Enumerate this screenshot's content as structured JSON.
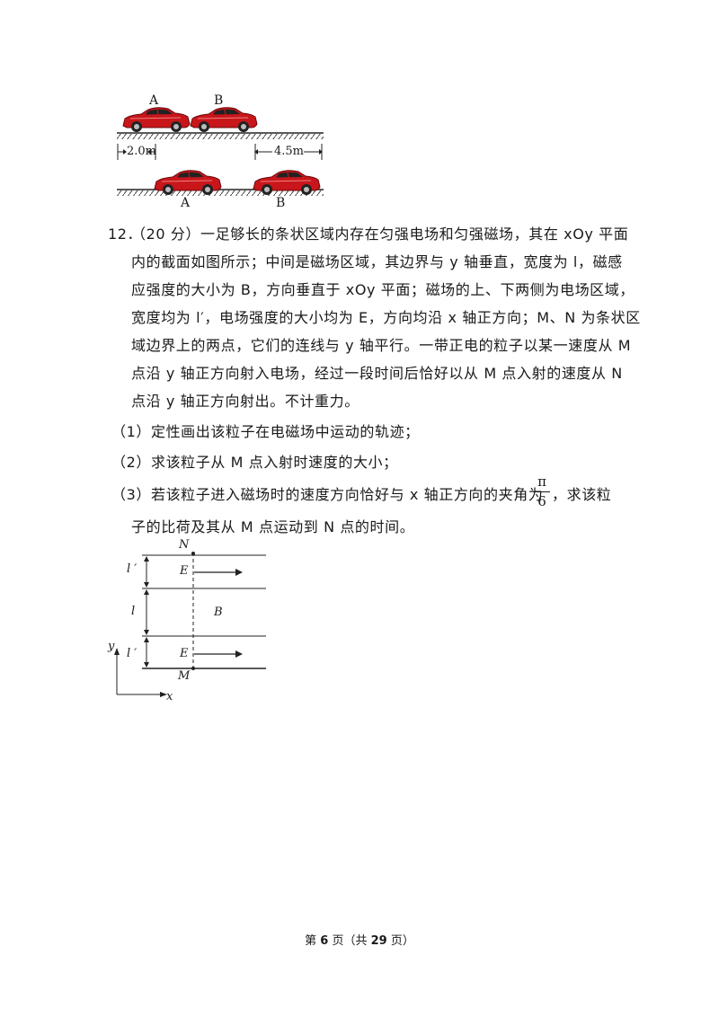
{
  "figure_cars": {
    "label_A_top": "A",
    "label_B_top": "B",
    "dist_left": "2.0m",
    "dist_right": "4.5m",
    "label_A_bottom": "A",
    "label_B_bottom": "B",
    "car_color": "#c8161b"
  },
  "problem": {
    "number": "12．",
    "lines": [
      "（20 分）一足够长的条状区域内存在匀强电场和匀强磁场，其在 xOy 平面",
      "内的截面如图所示；中间是磁场区域，其边界与 y 轴垂直，宽度为 l，磁感",
      "应强度的大小为 B，方向垂直于 xOy 平面；磁场的上、下两侧为电场区域，",
      "宽度均为 l′，电场强度的大小均为 E，方向均沿 x 轴正方向；M、N 为条状区",
      "域边界上的两点，它们的连线与 y 轴平行。一带正电的粒子以某一速度从 M",
      "点沿 y 轴正方向射入电场，经过一段时间后恰好以从 M 点入射的速度从 N",
      "点沿 y 轴正方向射出。不计重力。"
    ],
    "q1": "（1）定性画出该粒子在电磁场中运动的轨迹；",
    "q2": "（2）求该粒子从 M 点入射时速度的大小；",
    "q3_part1": "（3）若该粒子进入磁场时的速度方向恰好与 x 轴正方向的夹角为",
    "q3_frac_num": "π",
    "q3_frac_den": "6",
    "q3_part2": "，求该粒",
    "q3_line2": "子的比荷及其从 M 点运动到 N 点的时间。"
  },
  "figure_field": {
    "label_N": "N",
    "label_M": "M",
    "label_l_prime_top": "l ′",
    "label_l": "l",
    "label_l_prime_bottom": "l ′",
    "label_E_top": "E",
    "label_B": "B",
    "label_E_bottom": "E",
    "axis_y": "y",
    "axis_x": "x"
  },
  "footer": {
    "prefix": "第 ",
    "page": "6",
    "middle": " 页（共 ",
    "total": "29",
    "suffix": " 页）"
  }
}
